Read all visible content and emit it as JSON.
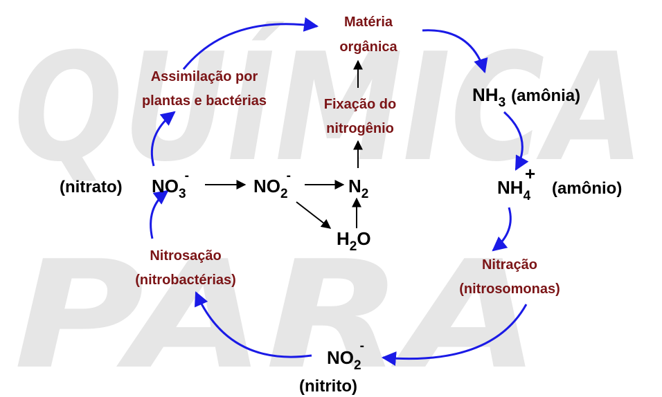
{
  "colors": {
    "process": "#7b1416",
    "species": "#000000",
    "cycle_arrow": "#1a1ae6",
    "reaction_arrow": "#000000",
    "watermark": "#e6e6e6"
  },
  "watermark": {
    "line1": "QUÍMICA",
    "line2": "PARA"
  },
  "species": {
    "nitrate_note": "(nitrato)",
    "nitrate_formula": "NO",
    "nitrate_sub": "3",
    "nitrate_sup": "-",
    "nitrite_mid_formula": "NO",
    "nitrite_mid_sub": "2",
    "nitrite_mid_sup": "-",
    "n2_formula": "N",
    "n2_sub": "2",
    "water_h": "H",
    "water_sub": "2",
    "water_o": "O",
    "ammonia_formula": "NH",
    "ammonia_sub": "3",
    "ammonia_note": "(amônia)",
    "ammonium_formula": "NH",
    "ammonium_sub": "4",
    "ammonium_sup": "+",
    "ammonium_note": "(amônio)",
    "nitrite_bottom_formula": "NO",
    "nitrite_bottom_sub": "2",
    "nitrite_bottom_sup": "-",
    "nitrite_note": "(nitrito)"
  },
  "processes": {
    "organic_line1": "Matéria",
    "organic_line2": "orgânica",
    "assimilation_line1": "Assimilação por",
    "assimilation_line2": "plantas e bactérias",
    "fixation_line1": "Fixação do",
    "fixation_line2": "nitrogênio",
    "nitrosation_line1": "Nitrosação",
    "nitrosation_line2": "(nitrobactérias)",
    "nitration_line1": "Nitração",
    "nitration_line2": "(nitrosomonas)"
  }
}
